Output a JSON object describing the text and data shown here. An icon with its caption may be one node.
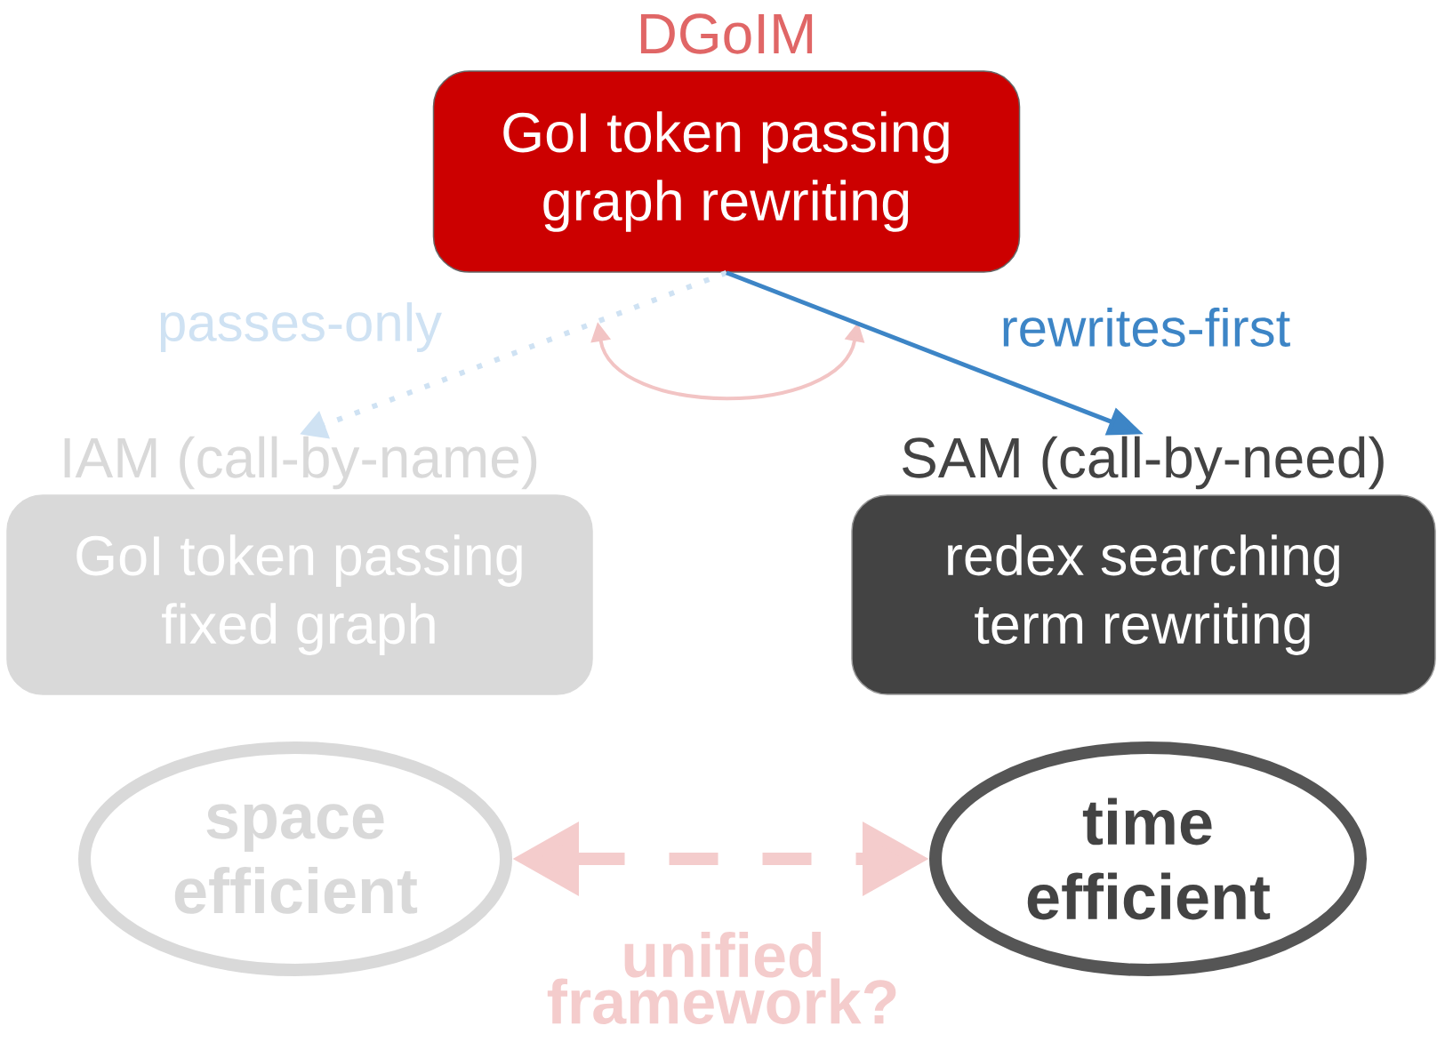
{
  "diagram": {
    "nodes": [
      {
        "text": [
          "DGoIM",
          "GoI token passing graph rewriting"
        ]
      },
      {
        "text": [
          "IAM (call-by-name)",
          "GoI token passing fixed graph"
        ]
      },
      {
        "text": [
          "SAM (call-by-need)",
          "redex searching term rewriting"
        ]
      },
      {
        "text": [
          "space efficient"
        ]
      },
      {
        "text": [
          "time efficient"
        ]
      }
    ],
    "edges": [
      {
        "from": 0,
        "to": 1,
        "arrow": "to",
        "label": "passes-only",
        "style": "dashed",
        "color": "#cfe2f3"
      },
      {
        "from": 0,
        "to": 2,
        "arrow": "to",
        "label": "rewrites-first",
        "color": "#3d85c6"
      },
      {
        "from": 3,
        "to": 4,
        "arrow": "both",
        "label": "unified framework?",
        "style": "dashed",
        "color": "#f4cccc"
      }
    ]
  }
}
